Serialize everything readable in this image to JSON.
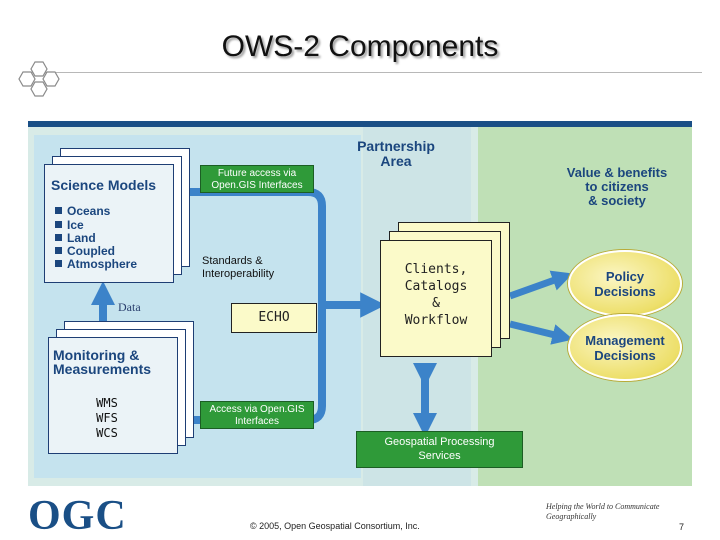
{
  "slide": {
    "title": "OWS-2 Components",
    "page_number": "7",
    "tagline": "Helping the World to Communicate Geographically",
    "copyright": "© 2005, Open Geospatial Consortium, Inc.",
    "logo_text": "OGC"
  },
  "diagram": {
    "science_models": {
      "heading": "Science Models",
      "items": [
        "Oceans",
        "Ice",
        "Land",
        "Coupled",
        "Atmosphere"
      ]
    },
    "monitoring": {
      "heading_line1": "Monitoring &",
      "heading_line2": "Measurements",
      "services": [
        "WMS",
        "WFS",
        "WCS"
      ]
    },
    "data_label": "Data",
    "future_access": "Future access via Open.GIS Interfaces",
    "standards_line1": "Standards &",
    "standards_line2": "Interoperability",
    "echo": "ECHO",
    "access_via": "Access via Open.GIS Interfaces",
    "partnership_line1": "Partnership",
    "partnership_line2": "Area",
    "clients": [
      "Clients,",
      "Catalogs",
      "&",
      "Workflow"
    ],
    "geospatial_line1": "Geospatial Processing",
    "geospatial_line2": "Services",
    "value_lines": [
      "Value & benefits",
      "to citizens",
      "& society"
    ],
    "policy_line1": "Policy",
    "policy_line2": "Decisions",
    "management_line1": "Management",
    "management_line2": "Decisions"
  },
  "colors": {
    "navy": "#1a4f86",
    "arrow_blue": "#3c83c9",
    "box_green": "#2f9a39",
    "yellow_box": "#fbfac9"
  }
}
